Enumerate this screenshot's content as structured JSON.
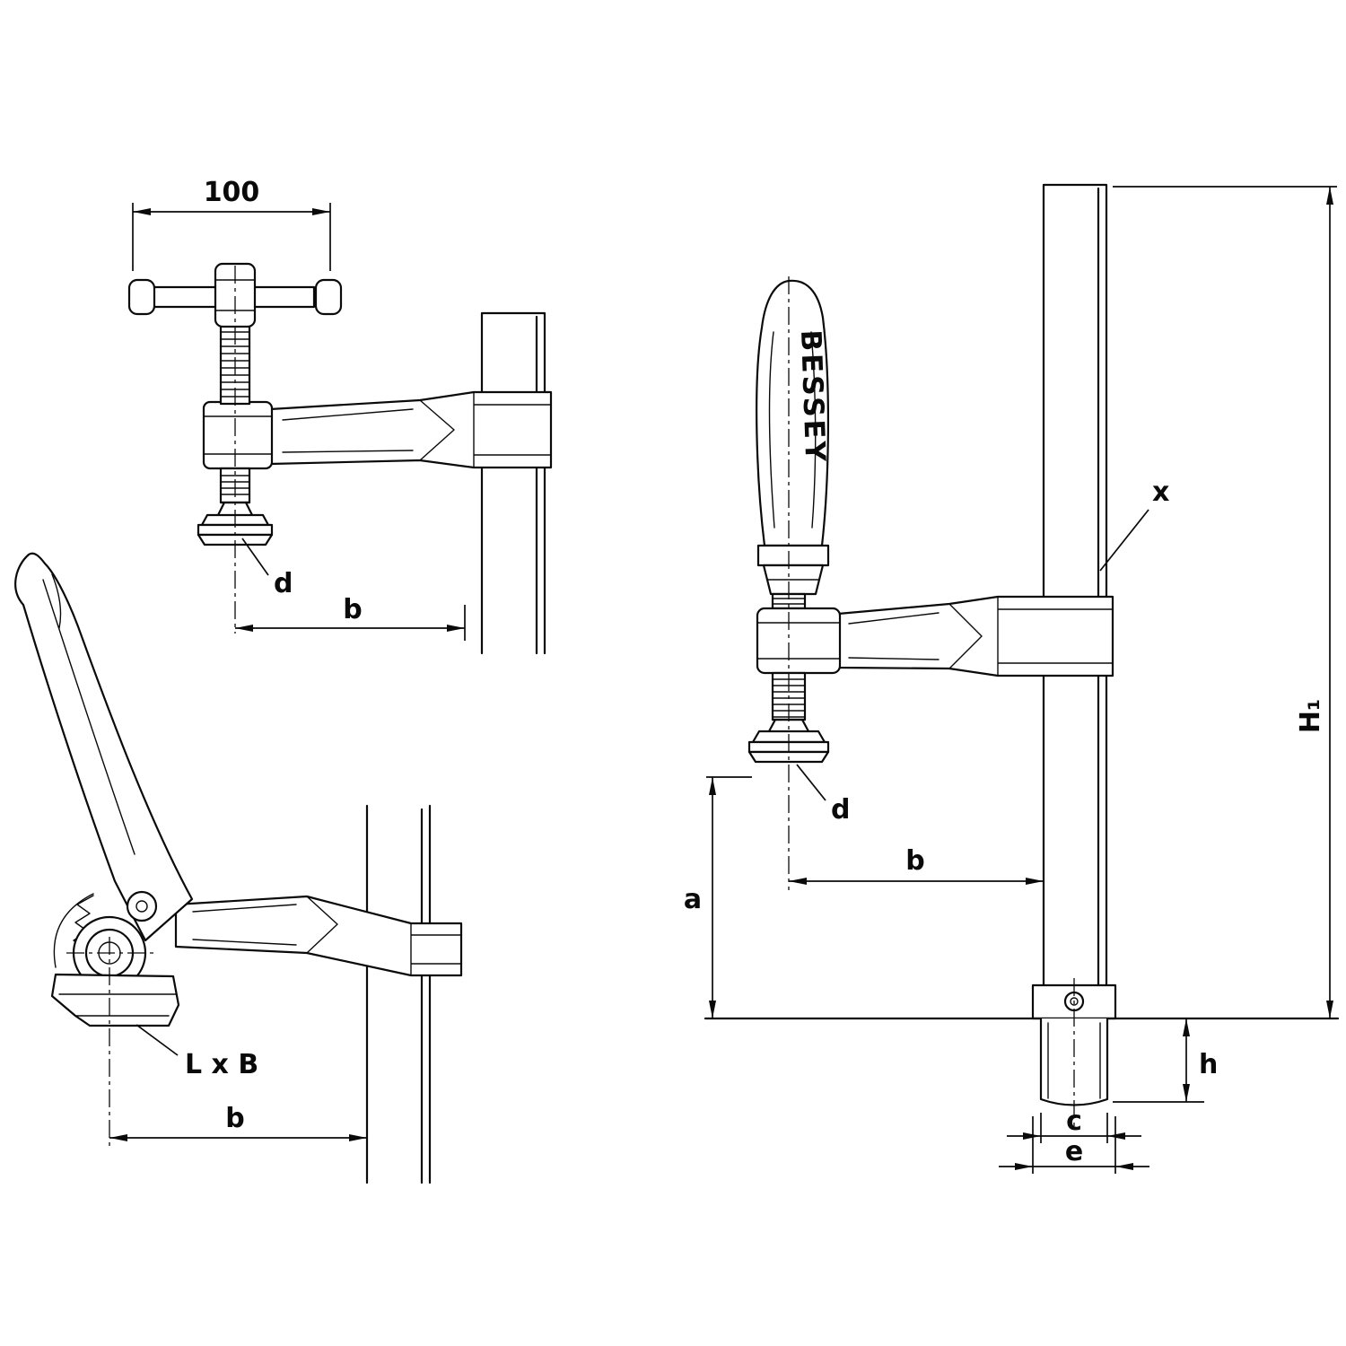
{
  "drawing": {
    "background": "#ffffff",
    "ink": "#0a0a0a"
  },
  "views": {
    "front": {
      "dim_width": "100",
      "label_d": "d",
      "label_b": "b"
    },
    "lever": {
      "label_lxb": "L x B",
      "label_b": "b"
    },
    "side": {
      "brand": "BESSEY",
      "label_x": "x",
      "label_h1": "H₁",
      "label_a": "a",
      "label_b": "b",
      "label_d": "d",
      "label_h": "h",
      "label_c": "c",
      "label_e": "e"
    }
  }
}
